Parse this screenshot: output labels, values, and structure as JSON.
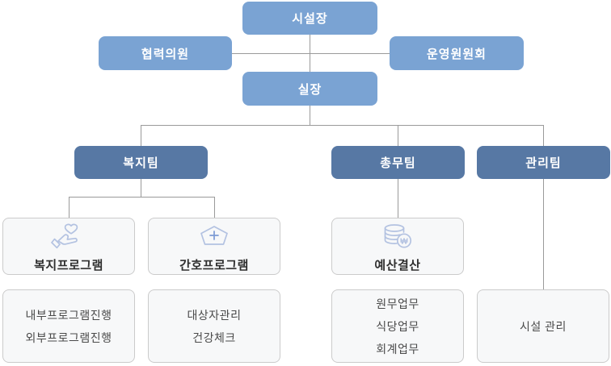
{
  "org_chart": {
    "title": "facility-organization-chart",
    "nodes": {
      "facility_head": "시설장",
      "cooperating_clinic": "협력의원",
      "operating_committee": "운영원원회",
      "office_head": "실장",
      "welfare_team": "복지팀",
      "general_affairs_team": "총무팀",
      "management_team": "관리팀",
      "welfare_program": "복지프로그램",
      "nursing_program": "간호프로그램",
      "budget_settlement": "예산결산"
    },
    "tasks": {
      "welfare": [
        "내부프로그램진행",
        "외부프로그램진행"
      ],
      "nursing": [
        "대상자관리",
        "건강체크"
      ],
      "general_affairs": [
        "원무업무",
        "식당업무",
        "회계업무"
      ],
      "management": [
        "시설 관리"
      ]
    },
    "icons": {
      "welfare_program": "hand-holding-heart-icon",
      "nursing_program": "nurse-cap-cross-icon",
      "budget_settlement": "coins-won-icon"
    },
    "theme": {
      "light_blue": "#7aa3d3",
      "dark_blue": "#5778a4",
      "card_background": "#f7f8f9",
      "card_border": "#cbcbcb",
      "connector_line": "#9a9a9a",
      "icon_stroke": "#b3c2e1",
      "won_symbol": "₩"
    }
  }
}
